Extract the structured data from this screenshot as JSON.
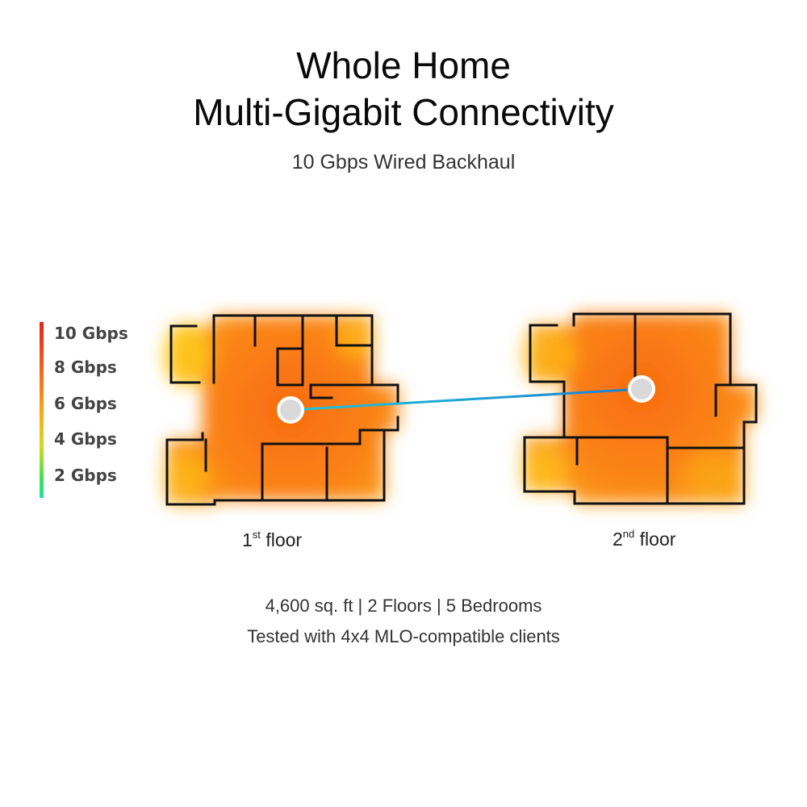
{
  "header": {
    "title_line1": "Whole Home",
    "title_line2": "Multi-Gigabit Connectivity",
    "subtitle": "10 Gbps Wired Backhaul"
  },
  "legend": {
    "items": [
      "10 Gbps",
      "8 Gbps",
      "6 Gbps",
      "4 Gbps",
      "2 Gbps"
    ],
    "colors": [
      "#e3241b",
      "#f46d1e",
      "#f7b417",
      "#43e04d",
      "#1fe3a0"
    ]
  },
  "floors": [
    {
      "number": "1",
      "suffix": "st",
      "label": "floor"
    },
    {
      "number": "2",
      "suffix": "nd",
      "label": "floor"
    }
  ],
  "footer": {
    "line1": "4,600 sq. ft | 2 Floors | 5 Bedrooms",
    "line2": "Tested with 4x4 MLO-compatible clients"
  },
  "colors": {
    "heat_core": "#f86c10",
    "heat_mid": "#fb9418",
    "heat_edge": "#ffd21c",
    "wall": "#111111",
    "link_start": "#1fc7d6",
    "link_end": "#1e7fd1",
    "node_fill": "#d9d9d9"
  }
}
